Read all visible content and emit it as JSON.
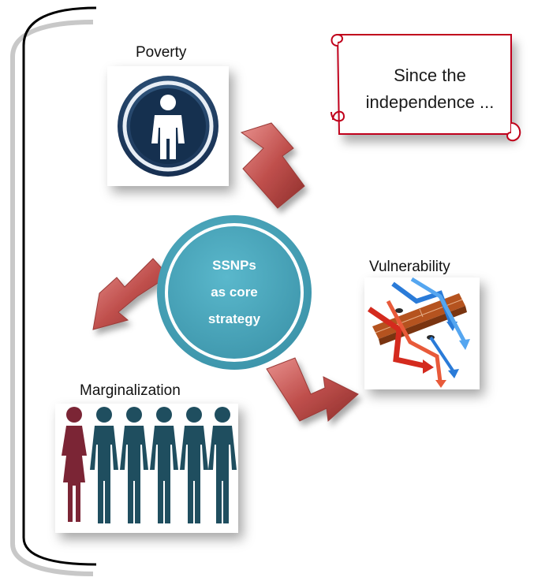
{
  "center": {
    "line1": "SSNPs",
    "line2": "as core",
    "line3": "strategy"
  },
  "labels": {
    "poverty": "Poverty",
    "vulnerability": "Vulnerability",
    "marginalization": "Marginalization"
  },
  "scroll": {
    "line1": "Since the",
    "line2": "independence ..."
  },
  "colors": {
    "core_fill": "#4aa5bb",
    "arrow_red": "#c0504d",
    "scroll_border": "#c0001a",
    "poverty_icon": "#1e3a5f",
    "people_dark": "#1f4e5f",
    "people_woman": "#7b2535"
  },
  "icons": [
    "man-icon",
    "woman-figure-icon",
    "man-figure-icon",
    "wall-arrows-icon"
  ]
}
